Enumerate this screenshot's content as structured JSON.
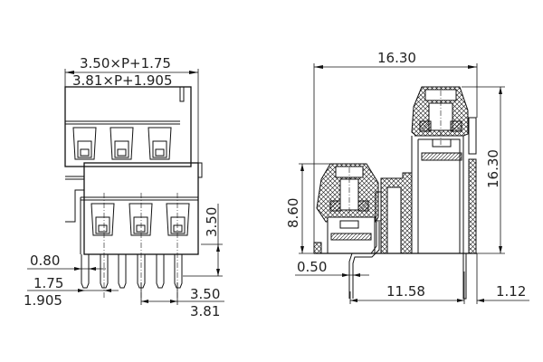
{
  "front_view": {
    "width_formula_1": "3.50×P+1.75",
    "width_formula_2": "3.81×P+1.905",
    "pin_width": "0.80",
    "pin_offset_1": "1.75",
    "pin_offset_2": "1.905",
    "height_above_board": "3.50",
    "pitch_1": "3.50",
    "pitch_2": "3.81",
    "upper_terminals": 3,
    "lower_terminals": 3,
    "pins": 6
  },
  "side_view": {
    "overall_width": "16.30",
    "overall_height": "16.30",
    "lower_height": "8.60",
    "pin_thickness": "0.50",
    "pin_spacing": "11.58",
    "edge_offset": "1.12"
  },
  "colors": {
    "line": "#111111",
    "text": "#222222",
    "background": "#ffffff"
  }
}
